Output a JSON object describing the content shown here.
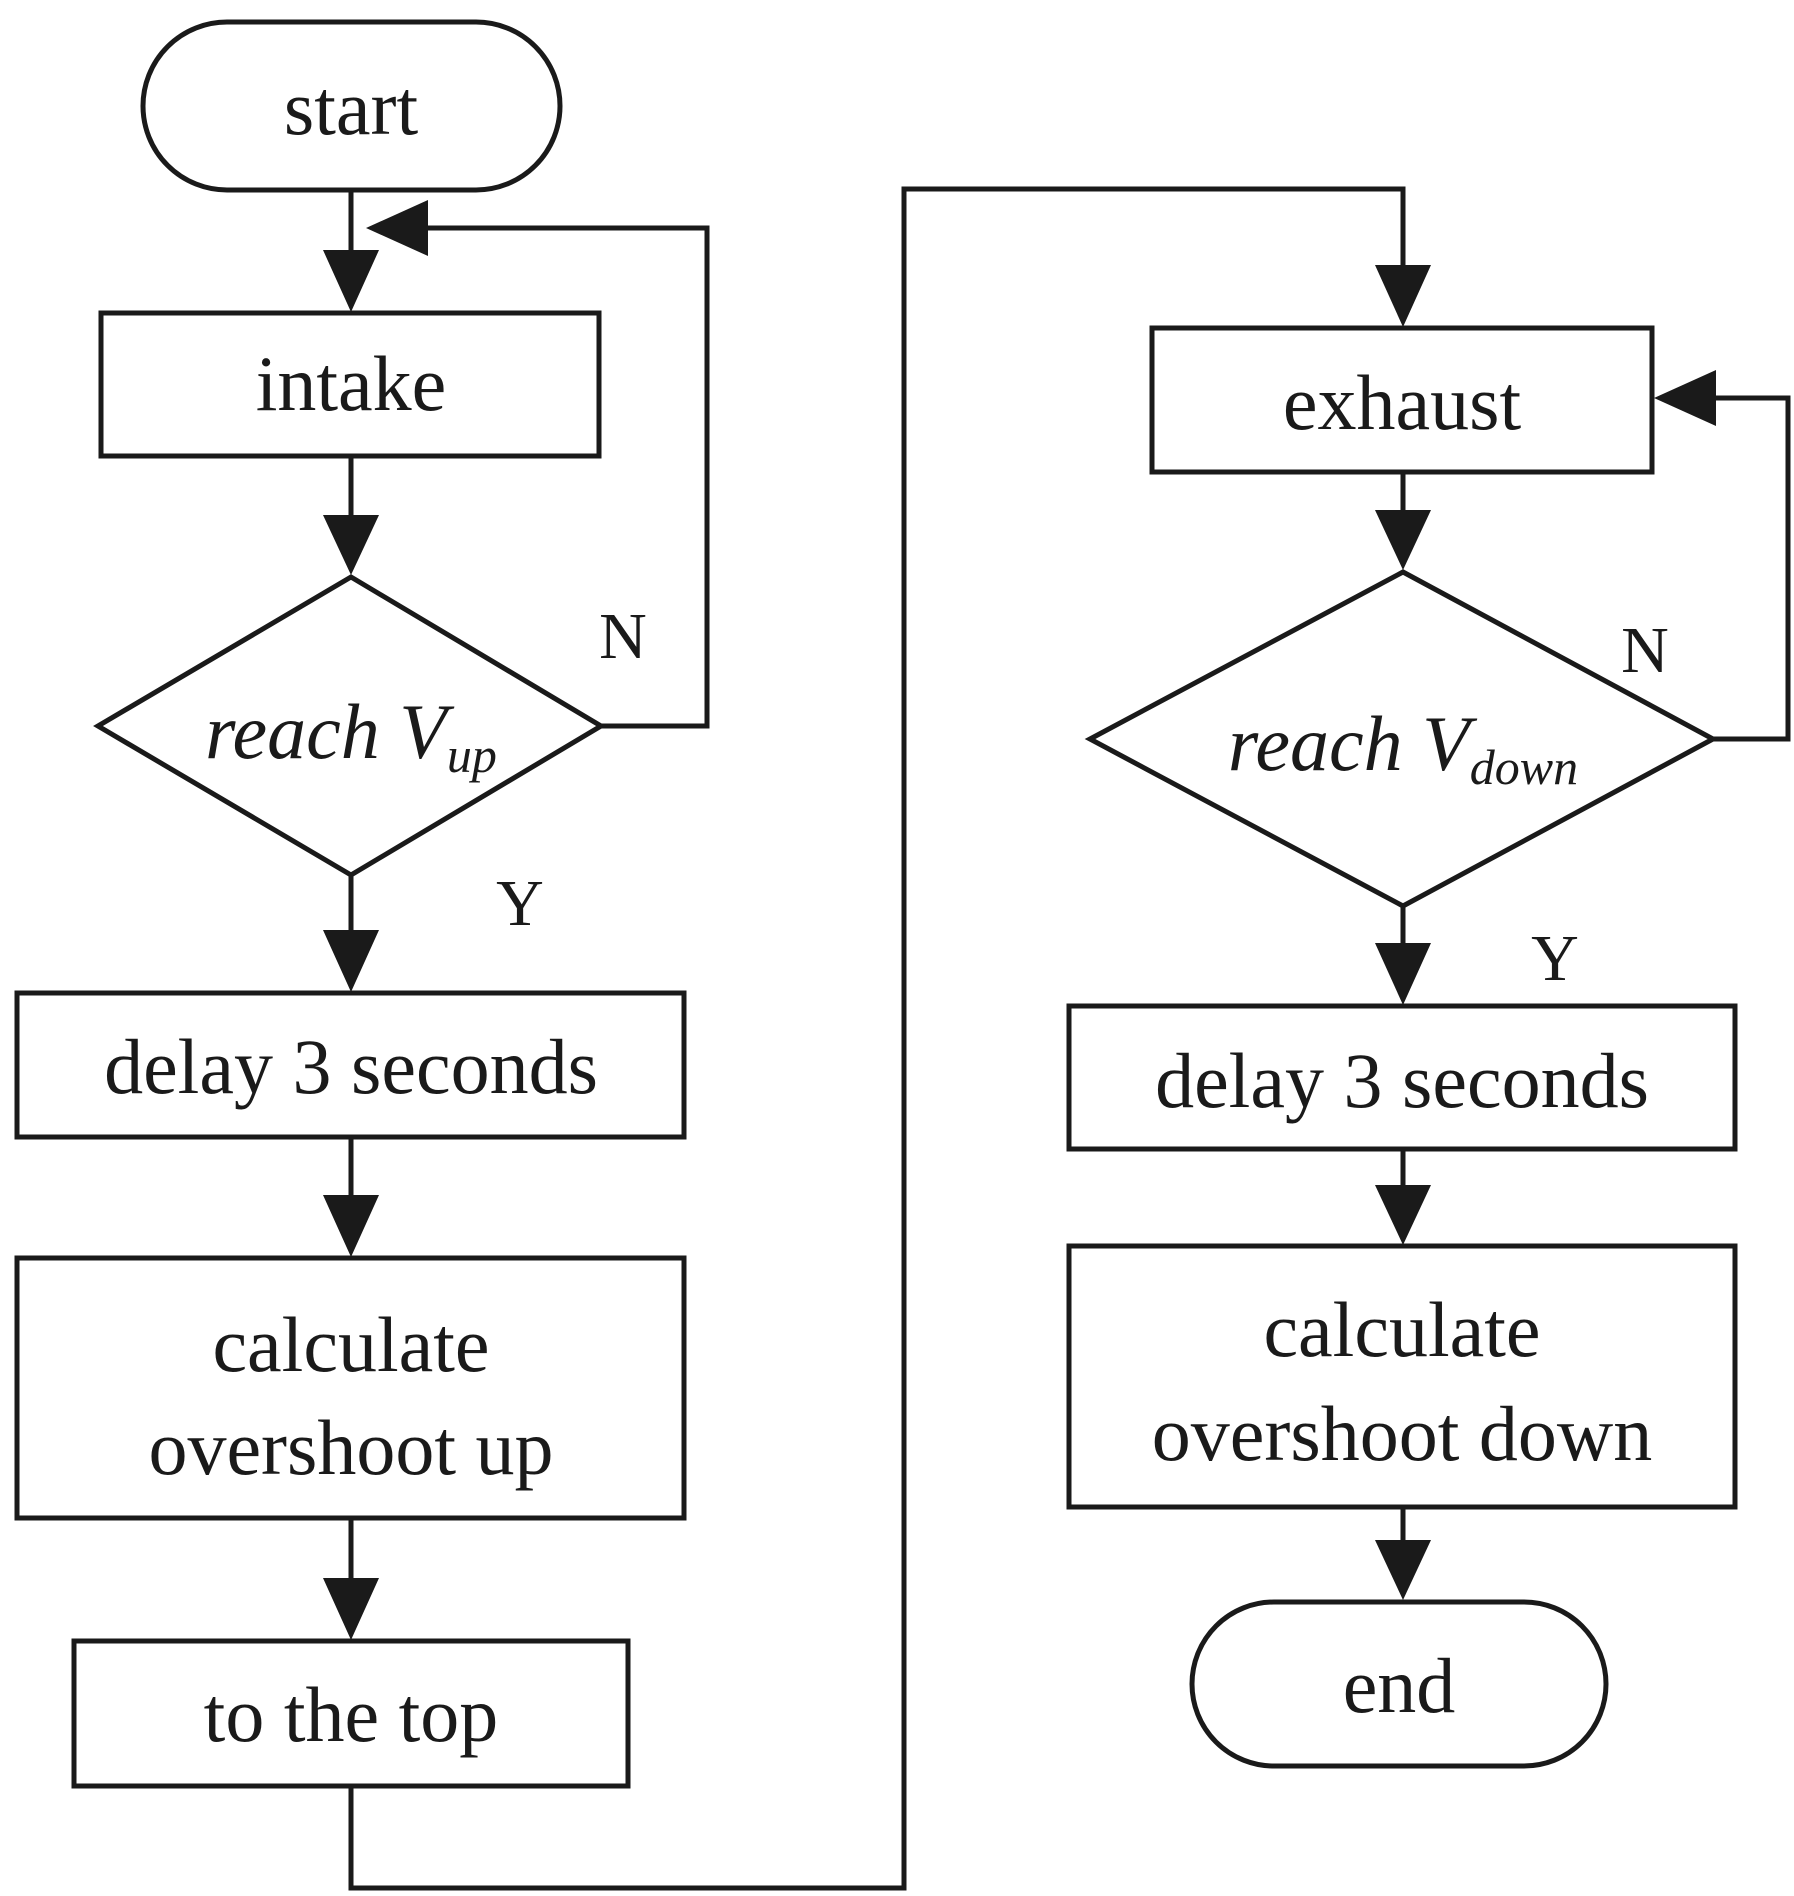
{
  "nodes": {
    "start": "start",
    "intake": "intake",
    "reach_up": {
      "main": "reach V",
      "sub": "up"
    },
    "delay_left": "delay 3 seconds",
    "calc_up": [
      "calculate",
      "overshoot up"
    ],
    "to_top": "to the top",
    "exhaust": "exhaust",
    "reach_down": {
      "main": "reach V",
      "sub": "down"
    },
    "delay_right": "delay 3 seconds",
    "calc_down": [
      "calculate",
      "overshoot down"
    ],
    "end": "end"
  },
  "branches": {
    "left_no": "N",
    "left_yes": "Y",
    "right_no": "N",
    "right_yes": "Y"
  }
}
